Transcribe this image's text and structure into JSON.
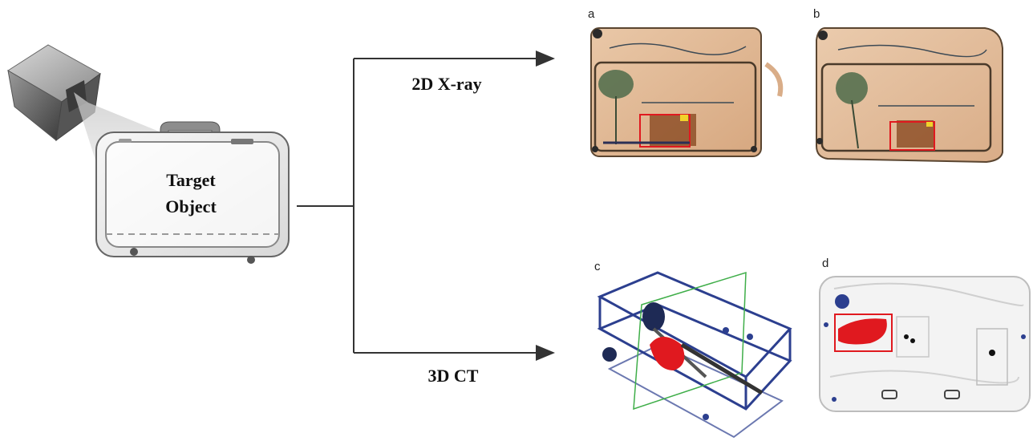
{
  "target_label_line1": "Target",
  "target_label_line2": "Object",
  "branch_2d_label": "2D X-ray",
  "branch_3d_label": "3D CT",
  "panels": {
    "a": "a",
    "b": "b",
    "c": "c",
    "d": "d"
  },
  "colors": {
    "xray_orange": "#c98a55",
    "ct_blue": "#2c3f8f",
    "threat_red": "#e0191f",
    "highlight_yellow": "#f2d22a",
    "plane_green": "#3fae49"
  }
}
